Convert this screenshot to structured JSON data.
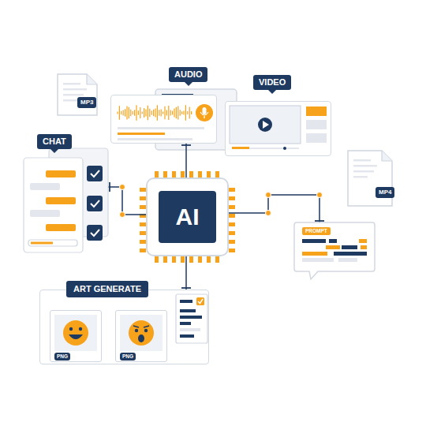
{
  "diagram": {
    "nodes": [
      {
        "text": [
          "MP3"
        ]
      },
      {
        "text": [
          "AUDIO"
        ]
      },
      {
        "text": [
          "VIDEO"
        ]
      },
      {
        "text": [
          "CHAT"
        ]
      },
      {
        "text": [
          "AI"
        ]
      },
      {
        "text": [
          "MP4"
        ]
      },
      {
        "text": [
          "PROMPT"
        ]
      },
      {
        "text": [
          "ART GENERATE"
        ]
      },
      {
        "text": [
          "PNG"
        ],
        "in": 7
      },
      {
        "text": [
          "PNG"
        ],
        "in": 7
      }
    ],
    "edges": [
      {
        "from": 4,
        "to": 1,
        "arrow": "none"
      },
      {
        "from": 4,
        "to": 3,
        "arrow": "none"
      },
      {
        "from": 4,
        "to": 6,
        "arrow": "none"
      },
      {
        "from": 4,
        "to": 7,
        "arrow": "none"
      }
    ]
  }
}
